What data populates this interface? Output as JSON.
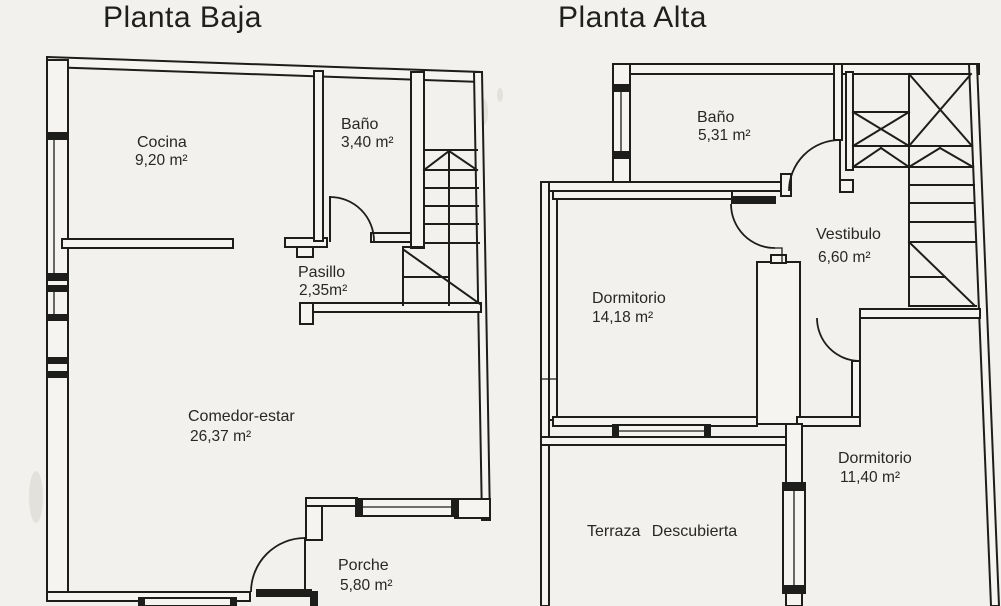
{
  "colors": {
    "paper": "#f2f1ee",
    "ink": "#1d1d1b"
  },
  "plans": [
    {
      "title": "Planta Baja",
      "rooms": [
        {
          "name": "Cocina",
          "area": "9,20 m²"
        },
        {
          "name": "Baño",
          "area": "3,40 m²"
        },
        {
          "name": "Pasillo",
          "area": "2,35m²"
        },
        {
          "name": "Comedor-estar",
          "area": "26,37 m²"
        },
        {
          "name": "Porche",
          "area": "5,80 m²"
        }
      ]
    },
    {
      "title": "Planta Alta",
      "rooms": [
        {
          "name": "Baño",
          "area": "5,31 m²"
        },
        {
          "name": "Vestibulo",
          "area": "6,60 m²"
        },
        {
          "name": "Dormitorio",
          "area": "14,18 m²"
        },
        {
          "name": "Terraza Descubierta"
        },
        {
          "name": "Dormitorio",
          "area": "11,40 m²"
        }
      ]
    }
  ]
}
